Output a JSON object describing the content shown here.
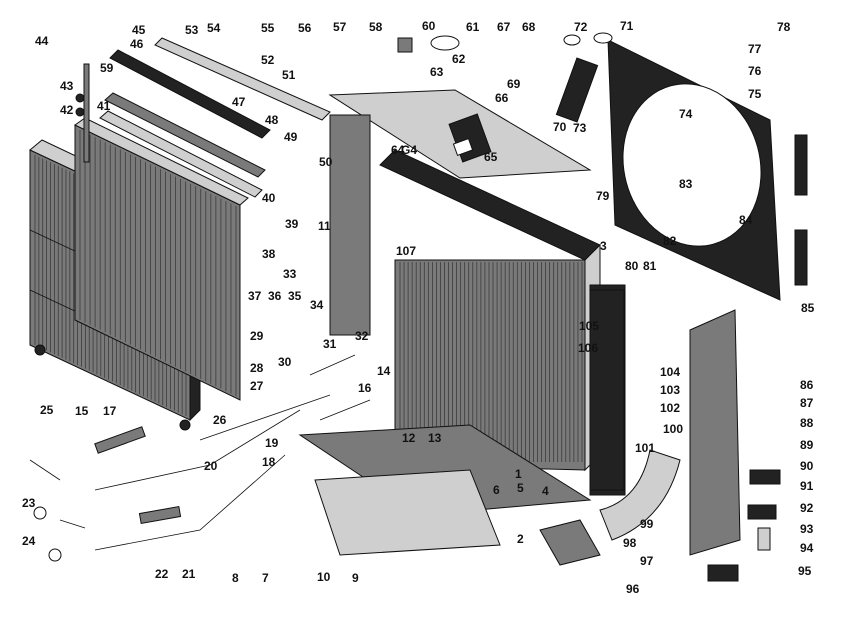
{
  "figure": {
    "colors": {
      "ink": "#111111",
      "dark": "#222222",
      "mid": "#7a7a7a",
      "light": "#cfcfcf"
    },
    "callouts": [
      "1",
      "2",
      "3",
      "4",
      "5",
      "6",
      "7",
      "8",
      "9",
      "10",
      "11",
      "12",
      "13",
      "14",
      "15",
      "16",
      "17",
      "18",
      "19",
      "20",
      "21",
      "22",
      "23",
      "24",
      "25",
      "26",
      "27",
      "28",
      "29",
      "30",
      "31",
      "32",
      "33",
      "34",
      "35",
      "36",
      "37",
      "38",
      "39",
      "40",
      "41",
      "42",
      "43",
      "44",
      "45",
      "46",
      "47",
      "48",
      "49",
      "50",
      "51",
      "52",
      "53",
      "54",
      "55",
      "56",
      "57",
      "58",
      "59",
      "60",
      "61",
      "62",
      "63",
      "64",
      "65",
      "66",
      "67",
      "68",
      "69",
      "70",
      "71",
      "72",
      "73",
      "74",
      "75",
      "76",
      "77",
      "78",
      "79",
      "80",
      "81",
      "82",
      "83",
      "84",
      "85",
      "86",
      "87",
      "88",
      "89",
      "90",
      "91",
      "92",
      "93",
      "94",
      "95",
      "96",
      "97",
      "98",
      "99",
      "100",
      "101",
      "102",
      "103",
      "104",
      "105",
      "106",
      "107",
      "G4"
    ]
  }
}
